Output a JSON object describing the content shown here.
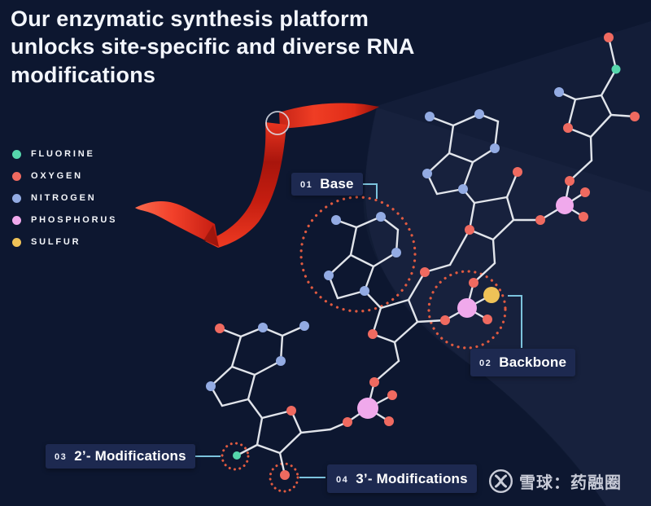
{
  "title": "Our enzymatic synthesis platform unlocks site-specific and diverse RNA modifications",
  "legend": {
    "items": [
      {
        "label": "FLUORINE",
        "element": "F",
        "color": "#56d6ac"
      },
      {
        "label": "OXYGEN",
        "element": "O",
        "color": "#ef6a60"
      },
      {
        "label": "NITROGEN",
        "element": "N",
        "color": "#93abe3"
      },
      {
        "label": "PHOSPHORUS",
        "element": "P",
        "color": "#f0a9ec"
      },
      {
        "label": "SULFUR",
        "element": "S",
        "color": "#efc257"
      }
    ]
  },
  "callouts": {
    "base": {
      "num": "01",
      "label": "Base"
    },
    "backbone": {
      "num": "02",
      "label": "Backbone"
    },
    "mod2": {
      "num": "03",
      "label": "2’- Modifications"
    },
    "mod3": {
      "num": "04",
      "label": "3’- Modifications"
    }
  },
  "watermark": {
    "text": "雪球：药融圈",
    "logo": "xueqiu-logo"
  },
  "colors": {
    "background": "#0d1730",
    "callout_box": "#1d2950",
    "connector": "#7cc3dd",
    "dotted_circle": "#e05a40",
    "bond": "#edf0f5",
    "ribbon_red": "#e8301f",
    "title_text": "#f3f6fd"
  },
  "molecule": {
    "atom_colors": {
      "N": "#93abe3",
      "O": "#ef6a60",
      "F": "#56d6ac",
      "P": "#f0a9ec",
      "S": "#efc257"
    },
    "atom_radii": {
      "N": 6,
      "O": 6,
      "F": 5.5,
      "P": 12,
      "S": 9.5
    },
    "nodes": [
      [
        "b1",
        "C",
        557,
        154
      ],
      [
        "b2",
        "N",
        589,
        140
      ],
      [
        "b3",
        "C",
        612,
        149
      ],
      [
        "b4",
        "N",
        608,
        182
      ],
      [
        "b5",
        "C",
        581,
        199
      ],
      [
        "b6",
        "C",
        552,
        188
      ],
      [
        "b7",
        "N",
        528,
        143
      ],
      [
        "b8",
        "N",
        525,
        213
      ],
      [
        "b9",
        "C",
        537,
        238
      ],
      [
        "b10",
        "N",
        569,
        232
      ],
      [
        "b11",
        "C",
        583,
        249
      ],
      [
        "b12",
        "O",
        577,
        282
      ],
      [
        "b13",
        "C",
        606,
        294
      ],
      [
        "b14",
        "C",
        631,
        270
      ],
      [
        "b15",
        "C",
        623,
        242
      ],
      [
        "b16",
        "O",
        636,
        211
      ],
      [
        "b17",
        "O",
        664,
        270
      ],
      [
        "b18",
        "P",
        694,
        252,
        11
      ],
      [
        "b19",
        "O",
        719,
        236
      ],
      [
        "b20",
        "O",
        717,
        266
      ],
      [
        "b21",
        "O",
        700,
        222
      ],
      [
        "b22",
        "C",
        727,
        197
      ],
      [
        "t1",
        "C",
        726,
        168
      ],
      [
        "t2",
        "O",
        698,
        157
      ],
      [
        "t3",
        "C",
        707,
        122
      ],
      [
        "t4",
        "C",
        739,
        117
      ],
      [
        "t5",
        "C",
        751,
        141
      ],
      [
        "t6",
        "N",
        687,
        113
      ],
      [
        "t7",
        "F",
        757,
        85
      ],
      [
        "t8",
        "O",
        780,
        143
      ],
      [
        "t9",
        "O",
        748,
        46
      ],
      [
        "d1",
        "C",
        438,
        279
      ],
      [
        "d2",
        "N",
        468,
        266
      ],
      [
        "d3",
        "C",
        489,
        282
      ],
      [
        "d4",
        "N",
        487,
        310
      ],
      [
        "d5",
        "C",
        459,
        327
      ],
      [
        "d6",
        "C",
        431,
        313
      ],
      [
        "d7",
        "N",
        413,
        270
      ],
      [
        "d8",
        "N",
        404,
        338
      ],
      [
        "d9",
        "C",
        415,
        366
      ],
      [
        "d10",
        "N",
        448,
        357
      ],
      [
        "d11",
        "C",
        468,
        378
      ],
      [
        "d12",
        "O",
        458,
        410
      ],
      [
        "d13",
        "C",
        485,
        420
      ],
      [
        "d14",
        "C",
        513,
        395
      ],
      [
        "d15",
        "C",
        502,
        368
      ],
      [
        "d16",
        "O",
        522,
        334
      ],
      [
        "d17",
        "C",
        553,
        325
      ],
      [
        "d18",
        "O",
        547,
        393
      ],
      [
        "d19",
        "P",
        574,
        378,
        12
      ],
      [
        "d20",
        "S",
        604,
        362,
        10
      ],
      [
        "d21",
        "O",
        599,
        392
      ],
      [
        "d22",
        "O",
        582,
        347
      ],
      [
        "d23",
        "C",
        608,
        323
      ],
      [
        "d24",
        "C",
        490,
        443
      ],
      [
        "d25",
        "O",
        460,
        469
      ],
      [
        "d26",
        "P",
        452,
        501,
        13
      ],
      [
        "d27",
        "O",
        482,
        485
      ],
      [
        "d28",
        "O",
        478,
        517
      ],
      [
        "d29",
        "O",
        427,
        518
      ],
      [
        "d30",
        "C",
        406,
        527
      ],
      [
        "e1",
        "C",
        296,
        413
      ],
      [
        "e2",
        "N",
        323,
        402
      ],
      [
        "e3",
        "C",
        347,
        412
      ],
      [
        "e4",
        "N",
        345,
        443
      ],
      [
        "e5",
        "C",
        313,
        460
      ],
      [
        "e6",
        "C",
        285,
        450
      ],
      [
        "e7",
        "O",
        270,
        403
      ],
      [
        "e8",
        "N",
        374,
        400
      ],
      [
        "e9",
        "N",
        259,
        474
      ],
      [
        "e10",
        "C",
        273,
        498
      ],
      [
        "e11",
        "C",
        305,
        490
      ],
      [
        "e12",
        "C",
        322,
        513
      ],
      [
        "e13",
        "O",
        358,
        504
      ],
      [
        "e14",
        "C",
        370,
        531
      ],
      [
        "e15",
        "C",
        344,
        556
      ],
      [
        "e16",
        "C",
        316,
        546
      ],
      [
        "e17",
        "F",
        291,
        559,
        5
      ],
      [
        "e18",
        "O",
        350,
        583
      ]
    ],
    "bonds": [
      [
        "b1",
        "b2"
      ],
      [
        "b2",
        "b3"
      ],
      [
        "b3",
        "b4"
      ],
      [
        "b4",
        "b5"
      ],
      [
        "b5",
        "b6"
      ],
      [
        "b6",
        "b1"
      ],
      [
        "b1",
        "b7"
      ],
      [
        "b6",
        "b8"
      ],
      [
        "b8",
        "b9"
      ],
      [
        "b9",
        "b10"
      ],
      [
        "b10",
        "b5"
      ],
      [
        "b10",
        "b11"
      ],
      [
        "b11",
        "b12"
      ],
      [
        "b12",
        "b13"
      ],
      [
        "b13",
        "b14"
      ],
      [
        "b14",
        "b15"
      ],
      [
        "b15",
        "b11"
      ],
      [
        "b15",
        "b16"
      ],
      [
        "b14",
        "b17"
      ],
      [
        "b17",
        "b18"
      ],
      [
        "b18",
        "b19"
      ],
      [
        "b18",
        "b20"
      ],
      [
        "b18",
        "b21"
      ],
      [
        "b21",
        "b22"
      ],
      [
        "b22",
        "t1"
      ],
      [
        "t1",
        "t2"
      ],
      [
        "t2",
        "t3"
      ],
      [
        "t3",
        "t4"
      ],
      [
        "t4",
        "t5"
      ],
      [
        "t5",
        "t1"
      ],
      [
        "t3",
        "t6"
      ],
      [
        "t4",
        "t7"
      ],
      [
        "t5",
        "t8"
      ],
      [
        "t7",
        "t9"
      ],
      [
        "d1",
        "d2"
      ],
      [
        "d2",
        "d3"
      ],
      [
        "d3",
        "d4"
      ],
      [
        "d4",
        "d5"
      ],
      [
        "d5",
        "d6"
      ],
      [
        "d6",
        "d1"
      ],
      [
        "d1",
        "d7"
      ],
      [
        "d6",
        "d8"
      ],
      [
        "d8",
        "d9"
      ],
      [
        "d9",
        "d10"
      ],
      [
        "d10",
        "d5"
      ],
      [
        "d10",
        "d11"
      ],
      [
        "d11",
        "d15"
      ],
      [
        "d15",
        "d14"
      ],
      [
        "d14",
        "d13"
      ],
      [
        "d13",
        "d12"
      ],
      [
        "d12",
        "d11"
      ],
      [
        "d15",
        "d16"
      ],
      [
        "d16",
        "d17"
      ],
      [
        "d17",
        "b12"
      ],
      [
        "d14",
        "d18"
      ],
      [
        "d18",
        "d19"
      ],
      [
        "d19",
        "d20"
      ],
      [
        "d19",
        "d21"
      ],
      [
        "d19",
        "d22"
      ],
      [
        "d22",
        "d23"
      ],
      [
        "d23",
        "b13"
      ],
      [
        "d13",
        "d24"
      ],
      [
        "d24",
        "d25"
      ],
      [
        "d25",
        "d26"
      ],
      [
        "d26",
        "d27"
      ],
      [
        "d26",
        "d28"
      ],
      [
        "d26",
        "d29"
      ],
      [
        "d29",
        "d30"
      ],
      [
        "d30",
        "e14"
      ],
      [
        "e1",
        "e2"
      ],
      [
        "e2",
        "e3"
      ],
      [
        "e3",
        "e4"
      ],
      [
        "e4",
        "e5"
      ],
      [
        "e5",
        "e6"
      ],
      [
        "e6",
        "e1"
      ],
      [
        "e1",
        "e7"
      ],
      [
        "e3",
        "e8"
      ],
      [
        "e6",
        "e9"
      ],
      [
        "e9",
        "e10"
      ],
      [
        "e10",
        "e11"
      ],
      [
        "e11",
        "e5"
      ],
      [
        "e11",
        "e12"
      ],
      [
        "e12",
        "e13"
      ],
      [
        "e13",
        "e14"
      ],
      [
        "e14",
        "e15"
      ],
      [
        "e15",
        "e16"
      ],
      [
        "e16",
        "e12"
      ],
      [
        "e16",
        "e17"
      ],
      [
        "e15",
        "e18"
      ]
    ]
  }
}
